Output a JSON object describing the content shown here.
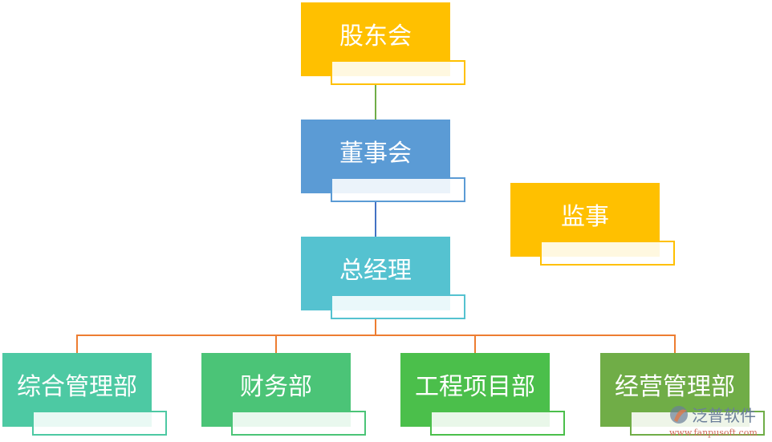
{
  "nodes": [
    {
      "id": "shareholders",
      "label": "股东会",
      "color": "#FFC000"
    },
    {
      "id": "board",
      "label": "董事会",
      "color": "#5B9BD5"
    },
    {
      "id": "gm",
      "label": "总经理",
      "color": "#55C2D0"
    },
    {
      "id": "supervisor",
      "label": "监事",
      "color": "#FFC000"
    },
    {
      "id": "admin",
      "label": "综合管理部",
      "color": "#4DC9A3"
    },
    {
      "id": "finance",
      "label": "财务部",
      "color": "#4BC477"
    },
    {
      "id": "project",
      "label": "工程项目部",
      "color": "#4BBF4B"
    },
    {
      "id": "operations",
      "label": "经营管理部",
      "color": "#70AD47"
    }
  ],
  "edges": [
    [
      "shareholders",
      "board"
    ],
    [
      "board",
      "gm"
    ],
    [
      "gm",
      "admin"
    ],
    [
      "gm",
      "finance"
    ],
    [
      "gm",
      "project"
    ],
    [
      "gm",
      "operations"
    ]
  ],
  "watermark": {
    "name": "泛普软件",
    "url": "www.fanpusoft.com"
  }
}
